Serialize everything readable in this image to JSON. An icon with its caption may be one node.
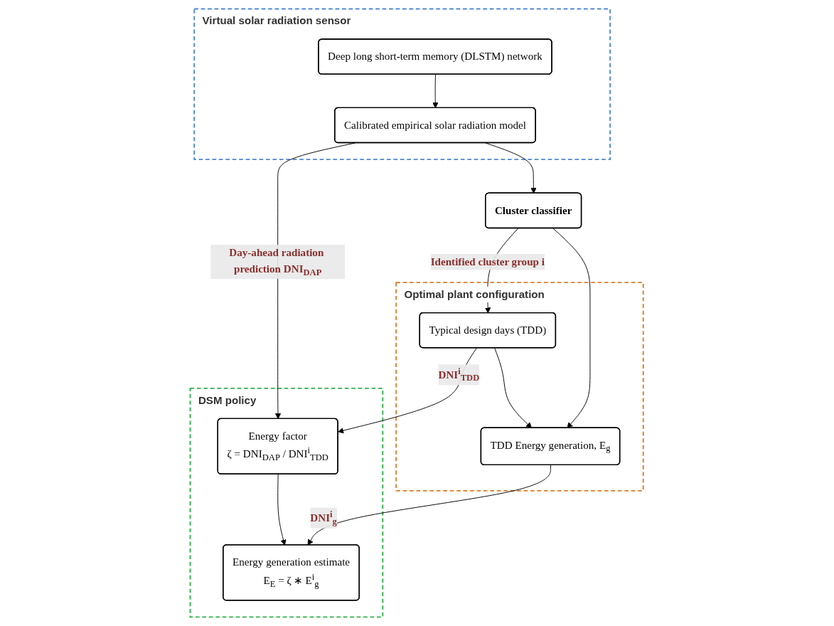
{
  "diagram": {
    "nodes": [
      {
        "text": [
          "Virtual solar radiation sensor"
        ]
      },
      {
        "text": [
          "Deep long short-term memory (DLSTM) network"
        ],
        "in": 0
      },
      {
        "text": [
          "Calibrated empirical solar radiation model"
        ],
        "in": 0
      },
      {
        "text": [
          "Optimal plant configuration"
        ]
      },
      {
        "text": [
          "Typical design days (TDD)"
        ],
        "in": 3
      },
      {
        "text": [
          "TDD Energy generation, E$_{g}$"
        ],
        "in": 3
      },
      {
        "text": [
          "DSM policy"
        ]
      },
      {
        "text": [
          "Energy factor",
          "ζ = DNI$_{DAP}$ / DNI$^{i}$$_{TDD}$"
        ],
        "in": 6
      },
      {
        "text": [
          "Energy generation estimate",
          "E$_{E}$ = ζ ∗ E$^{i}$$_{g}$"
        ],
        "in": 6
      },
      {
        "text": [
          "Cluster classifier"
        ]
      }
    ],
    "edges": [
      {
        "from": 1,
        "to": 2,
        "arrow": "to"
      },
      {
        "from": 2,
        "to": 7,
        "arrow": "to",
        "label": "Day-ahead radiation prediction DNI$_{DAP}$"
      },
      {
        "from": 2,
        "to": 9,
        "arrow": "to"
      },
      {
        "from": 4,
        "to": 7,
        "arrow": "to",
        "label": "DNI$^{i}$$_{TDD}$"
      },
      {
        "from": 4,
        "to": 5,
        "arrow": "to"
      },
      {
        "from": 7,
        "to": 8,
        "arrow": "to"
      },
      {
        "from": 5,
        "to": 8,
        "arrow": "to",
        "label": "DNI$^{i}$$_{g}$"
      },
      {
        "from": 9,
        "to": 4,
        "arrow": "to",
        "label": "Identified cluster group i"
      },
      {
        "from": 9,
        "to": 5,
        "arrow": "to"
      }
    ]
  }
}
